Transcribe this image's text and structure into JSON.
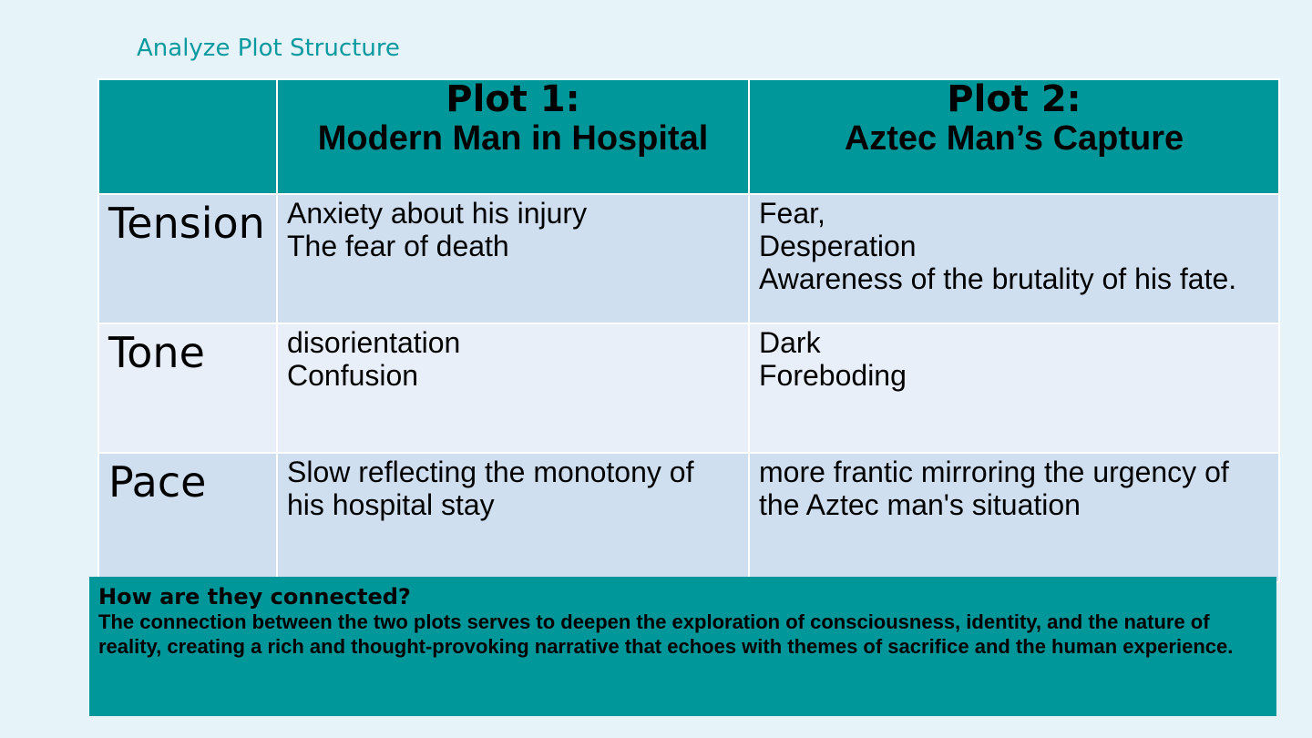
{
  "slide": {
    "title": "Analyze Plot Structure"
  },
  "table": {
    "header": {
      "corner": "",
      "plot1_line1": "Plot 1:",
      "plot1_line2": "Modern Man in Hospital",
      "plot2_line1": "Plot 2:",
      "plot2_line2": "Aztec Man’s Capture"
    },
    "rows": [
      {
        "label": "Tension",
        "plot1": [
          "Anxiety about his injury",
          "The fear of death"
        ],
        "plot2": [
          "Fear,",
          "Desperation",
          "Awareness of the brutality of his fate."
        ]
      },
      {
        "label": "Tone",
        "plot1": [
          "disorientation",
          "Confusion"
        ],
        "plot2": [
          "Dark",
          "Foreboding"
        ]
      },
      {
        "label": "Pace",
        "plot1": [
          "Slow reflecting the monotony of his hospital stay"
        ],
        "plot2": [
          "more frantic mirroring the urgency of the Aztec man's situation"
        ]
      }
    ]
  },
  "connection": {
    "heading": "How are they connected?",
    "body": "The connection between the two plots serves to deepen the exploration of consciousness, identity, and the nature of reality, creating a rich and thought-provoking narrative that echoes with themes of sacrifice and the human experience."
  },
  "colors": {
    "teal": "#00979a",
    "title_teal": "#0a9aa0",
    "row_dark": "#d0dff0",
    "row_light": "#e9eff8",
    "background": "#e6f3f8"
  }
}
